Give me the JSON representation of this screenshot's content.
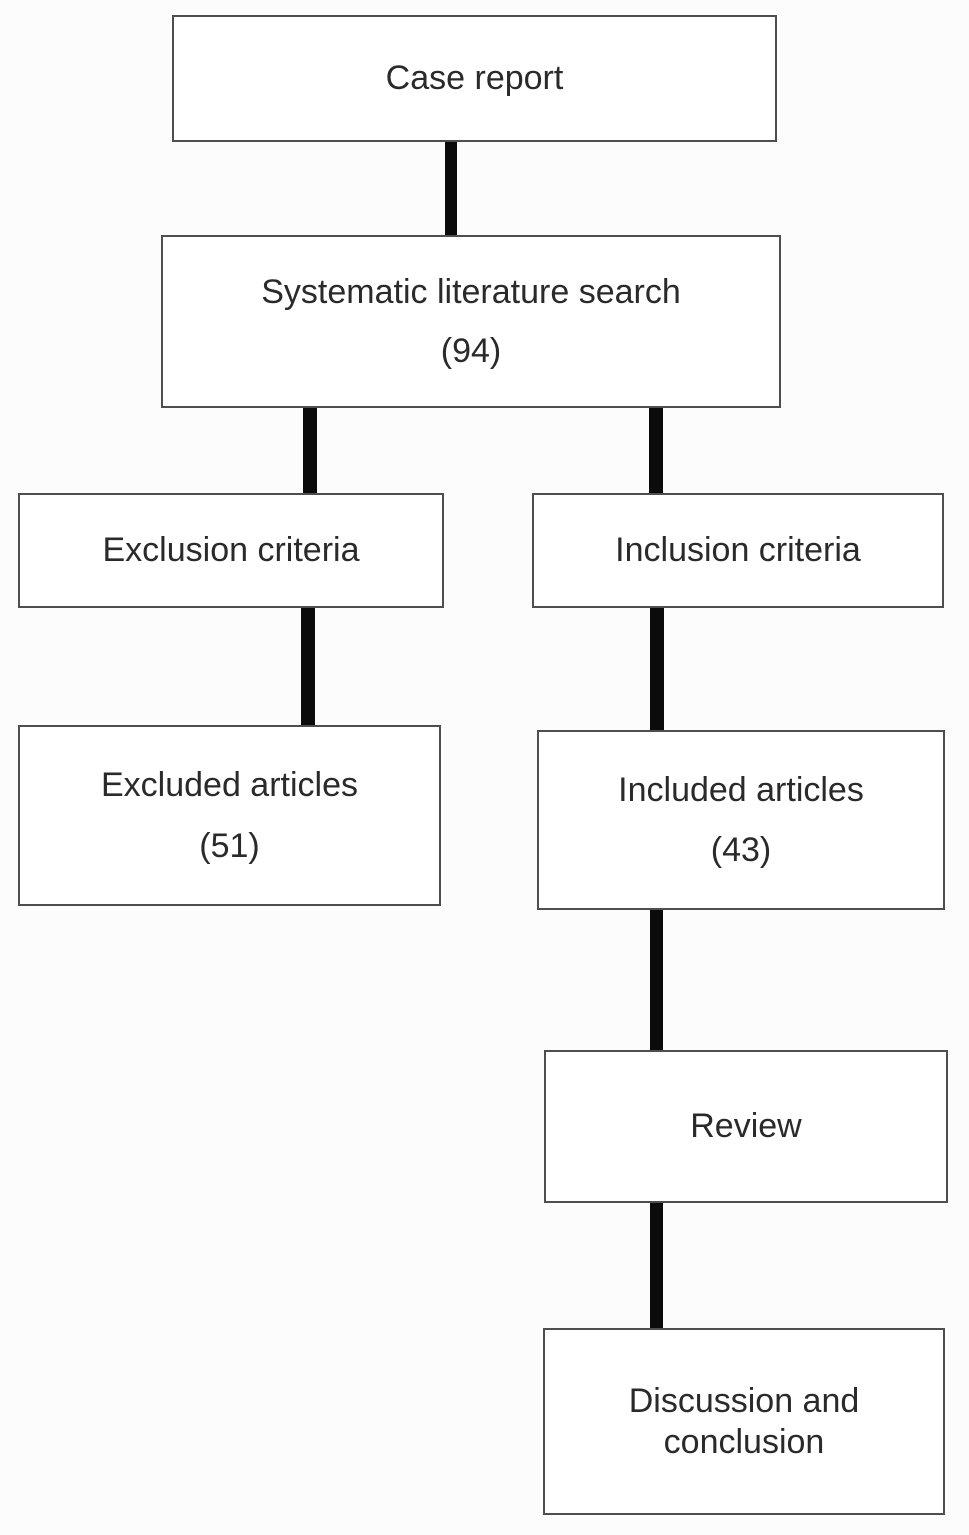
{
  "figure": {
    "type": "flowchart",
    "description": "Literature selection flow diagram for a case report review",
    "background_color": "#fcfcfc",
    "box_fill_color": "#ffffff",
    "box_border_color": "#4e4e4e",
    "connector_color": "#0b0b0b",
    "text_color": "#2a2a2a",
    "nodes": {
      "case_report": {
        "label": "Case report"
      },
      "systematic_search": {
        "label": "Systematic literature search",
        "count": "(94)"
      },
      "exclusion_criteria": {
        "label": "Exclusion criteria"
      },
      "inclusion_criteria": {
        "label": "Inclusion criteria"
      },
      "excluded_articles": {
        "label": "Excluded articles",
        "count": "(51)"
      },
      "included_articles": {
        "label": "Included articles",
        "count": "(43)"
      },
      "review": {
        "label": "Review"
      },
      "discussion": {
        "label": "Discussion and conclusion"
      }
    },
    "edges": [
      {
        "from": "case_report",
        "to": "systematic_search"
      },
      {
        "from": "systematic_search",
        "to": "exclusion_criteria"
      },
      {
        "from": "systematic_search",
        "to": "inclusion_criteria"
      },
      {
        "from": "exclusion_criteria",
        "to": "excluded_articles"
      },
      {
        "from": "inclusion_criteria",
        "to": "included_articles"
      },
      {
        "from": "included_articles",
        "to": "review"
      },
      {
        "from": "review",
        "to": "discussion"
      }
    ]
  }
}
